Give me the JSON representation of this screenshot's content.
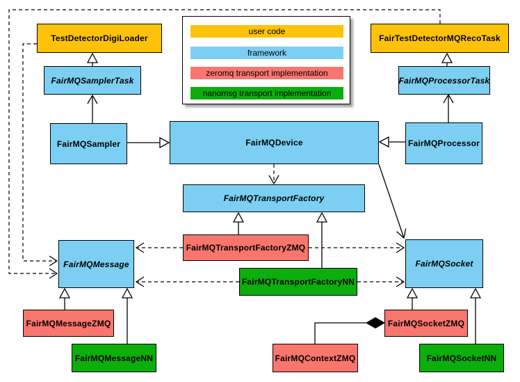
{
  "palette": {
    "user_code": "#FFC20A",
    "framework": "#7CCFF2",
    "zeromq": "#F8766D",
    "nanomsg": "#0CAE0C",
    "wire": "#000000"
  },
  "legend": {
    "items": [
      {
        "label": "user code",
        "category": "user_code",
        "color": "#FFC20A"
      },
      {
        "label": "framework",
        "category": "framework",
        "color": "#7CCFF2"
      },
      {
        "label": "zeromq transport implementation",
        "category": "zeromq",
        "color": "#F8766D"
      },
      {
        "label": "nanomsg transport implementation",
        "category": "nanomsg",
        "color": "#0CAE0C"
      }
    ]
  },
  "nodes": {
    "digi_loader": {
      "label": "TestDetectorDigiLoader",
      "category": "user_code",
      "abstract": false
    },
    "reco_task": {
      "label": "FairTestDetectorMQRecoTask",
      "category": "user_code",
      "abstract": false
    },
    "sampler_task": {
      "label": "FairMQSamplerTask",
      "category": "framework",
      "abstract": true
    },
    "processor_task": {
      "label": "FairMQProcessorTask",
      "category": "framework",
      "abstract": true
    },
    "sampler": {
      "label": "FairMQSampler",
      "category": "framework",
      "abstract": false
    },
    "device": {
      "label": "FairMQDevice",
      "category": "framework",
      "abstract": false
    },
    "processor": {
      "label": "FairMQProcessor",
      "category": "framework",
      "abstract": false
    },
    "transport_factory": {
      "label": "FairMQTransportFactory",
      "category": "framework",
      "abstract": true
    },
    "tf_zmq": {
      "label": "FairMQTransportFactoryZMQ",
      "category": "zeromq",
      "abstract": false
    },
    "tf_nn": {
      "label": "FairMQTransportFactoryNN",
      "category": "nanomsg",
      "abstract": false
    },
    "message": {
      "label": "FairMQMessage",
      "category": "framework",
      "abstract": true
    },
    "socket": {
      "label": "FairMQSocket",
      "category": "framework",
      "abstract": true
    },
    "message_zmq": {
      "label": "FairMQMessageZMQ",
      "category": "zeromq",
      "abstract": false
    },
    "message_nn": {
      "label": "FairMQMessageNN",
      "category": "nanomsg",
      "abstract": false
    },
    "context_zmq": {
      "label": "FairMQContextZMQ",
      "category": "zeromq",
      "abstract": false
    },
    "socket_zmq": {
      "label": "FairMQSocketZMQ",
      "category": "zeromq",
      "abstract": false
    },
    "socket_nn": {
      "label": "FairMQSocketNN",
      "category": "nanomsg",
      "abstract": false
    }
  },
  "edges": [
    {
      "from": "FairMQSamplerTask",
      "to": "TestDetectorDigiLoader",
      "line": "solid",
      "head": "hollow-triangle"
    },
    {
      "from": "FairMQSampler",
      "to": "FairMQSamplerTask",
      "line": "solid",
      "head": "open-arrow"
    },
    {
      "from": "FairMQSampler",
      "to": "FairMQDevice",
      "line": "solid",
      "head": "hollow-triangle"
    },
    {
      "from": "FairMQProcessorTask",
      "to": "FairTestDetectorMQRecoTask",
      "line": "solid",
      "head": "hollow-triangle"
    },
    {
      "from": "FairMQProcessor",
      "to": "FairMQProcessorTask",
      "line": "solid",
      "head": "open-arrow"
    },
    {
      "from": "FairMQProcessor",
      "to": "FairMQDevice",
      "line": "solid",
      "head": "hollow-triangle"
    },
    {
      "from": "FairMQDevice",
      "to": "FairMQTransportFactory",
      "line": "dashed",
      "head": "open-arrow"
    },
    {
      "from": "FairMQDevice",
      "to": "FairMQSocket",
      "line": "solid",
      "head": "open-arrow"
    },
    {
      "from": "FairMQTransportFactoryZMQ",
      "to": "FairMQTransportFactory",
      "line": "solid",
      "head": "hollow-triangle"
    },
    {
      "from": "FairMQTransportFactoryNN",
      "to": "FairMQTransportFactory",
      "line": "solid",
      "head": "hollow-triangle"
    },
    {
      "from": "FairMQTransportFactoryZMQ",
      "to": "FairMQMessage",
      "line": "dashed",
      "head": "open-arrow"
    },
    {
      "from": "FairMQTransportFactoryZMQ",
      "to": "FairMQSocket",
      "line": "dashed",
      "head": "open-arrow"
    },
    {
      "from": "FairMQTransportFactoryNN",
      "to": "FairMQMessage",
      "line": "dashed",
      "head": "open-arrow"
    },
    {
      "from": "FairMQTransportFactoryNN",
      "to": "FairMQSocket",
      "line": "dashed",
      "head": "open-arrow"
    },
    {
      "from": "TestDetectorDigiLoader",
      "to": "FairMQMessage",
      "line": "dashed",
      "head": "open-arrow"
    },
    {
      "from": "FairTestDetectorMQRecoTask",
      "to": "FairMQMessage",
      "line": "dashed",
      "head": "open-arrow"
    },
    {
      "from": "FairMQMessageZMQ",
      "to": "FairMQMessage",
      "line": "solid",
      "head": "hollow-triangle"
    },
    {
      "from": "FairMQMessageNN",
      "to": "FairMQMessage",
      "line": "solid",
      "head": "hollow-triangle"
    },
    {
      "from": "FairMQSocketZMQ",
      "to": "FairMQSocket",
      "line": "solid",
      "head": "hollow-triangle"
    },
    {
      "from": "FairMQSocketNN",
      "to": "FairMQSocket",
      "line": "solid",
      "head": "hollow-triangle"
    },
    {
      "from": "FairMQContextZMQ",
      "to": "FairMQSocketZMQ",
      "line": "solid",
      "head": "filled-diamond"
    }
  ]
}
